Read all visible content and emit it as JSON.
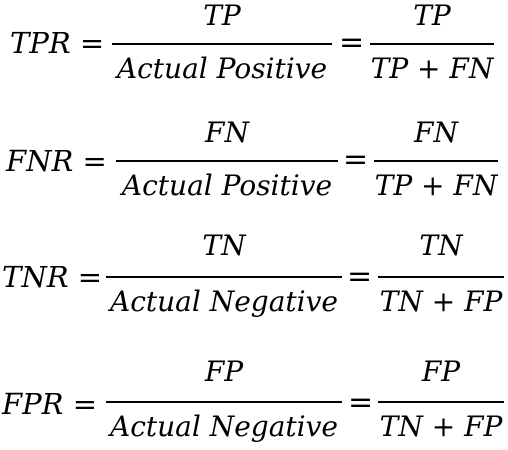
{
  "equations": [
    {
      "lhs": "TPR =",
      "frac1": {
        "num": "TP",
        "den": "Actual Positive"
      },
      "eq": "=",
      "frac2": {
        "num": "TP",
        "den": "TP + FN"
      }
    },
    {
      "lhs": "FNR =",
      "frac1": {
        "num": "FN",
        "den": "Actual Positive"
      },
      "eq": "=",
      "frac2": {
        "num": "FN",
        "den": "TP + FN"
      }
    },
    {
      "lhs": "TNR =",
      "frac1": {
        "num": "TN",
        "den": "Actual Negative"
      },
      "eq": "=",
      "frac2": {
        "num": "TN",
        "den": "TN + FP"
      }
    },
    {
      "lhs": "FPR =",
      "frac1": {
        "num": "FP",
        "den": "Actual Negative"
      },
      "eq": "=",
      "frac2": {
        "num": "FP",
        "den": "TN + FP"
      }
    }
  ]
}
